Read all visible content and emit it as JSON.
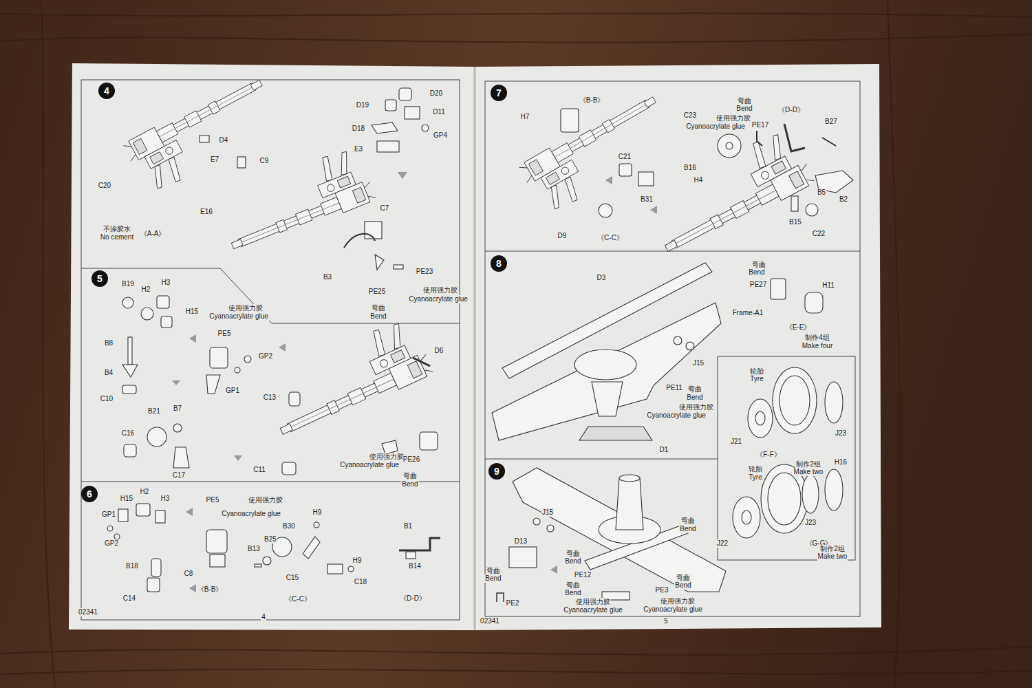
{
  "diagram": {
    "nodes": [
      {
        "text": [
          "4"
        ]
      },
      {
        "text": [
          "5"
        ]
      },
      {
        "text": [
          "6"
        ]
      },
      {
        "text": [
          "7"
        ]
      },
      {
        "text": [
          "8"
        ]
      },
      {
        "text": [
          "9"
        ]
      }
    ],
    "labels": [
      "D4",
      "E7",
      "C9",
      "C20",
      "E16",
      "不涂胶水",
      "No cement",
      "《A-A》",
      "D20",
      "D19",
      "D11",
      "D18",
      "GP4",
      "E3",
      "C7",
      "B3",
      "PE25",
      "弯曲",
      "Bend",
      "PE23",
      "使用强力胶",
      "Cyanoacrylate glue",
      "B19",
      "H2",
      "H3",
      "H15",
      "使用强力胶",
      "Cyanoacrylate glue",
      "PE5",
      "GP2",
      "B8",
      "B4",
      "C10",
      "GP1",
      "C13",
      "D6",
      "B21",
      "B7",
      "C16",
      "C17",
      "C11",
      "使用强力胶",
      "Cyanoacrylate glue",
      "PE26",
      "弯曲",
      "Bend",
      "GP1",
      "H15",
      "H2",
      "H3",
      "GP2",
      "B18",
      "C8",
      "C14",
      "PE5",
      "使用强力胶",
      "Cyanoacrylate glue",
      "《B-B》",
      "H9",
      "B30",
      "B25",
      "B13",
      "H9",
      "C15",
      "C18",
      "《C-C》",
      "B1",
      "B14",
      "《D-D》",
      "02341",
      "4",
      "《B-B》",
      "H7",
      "弯曲",
      "Bend",
      "使用强力胶",
      "Cyanoacrylate glue",
      "PE17",
      "《D-D》",
      "C23",
      "B27",
      "B16",
      "H4",
      "C21",
      "B31",
      "B5",
      "B2",
      "D9",
      "《C-C》",
      "B15",
      "C22",
      "D3",
      "弯曲",
      "Bend",
      "PE27",
      "H11",
      "Frame-A1",
      "《E-E》",
      "制作4组",
      "Make four",
      "J15",
      "PE11",
      "弯曲",
      "Bend",
      "使用强力胶",
      "Cyanoacrylate glue",
      "D1",
      "轮胎",
      "Tyre",
      "J23",
      "J21",
      "《F-F》",
      "制作2组",
      "Make two",
      "H16",
      "轮胎",
      "Tyre",
      "J23",
      "J22",
      "《G-G》",
      "制作2组",
      "Make two",
      "J15",
      "D13",
      "弯曲",
      "Bend",
      "PE2",
      "弯曲",
      "Bend",
      "PE12",
      "弯曲",
      "Bend",
      "使用强力胶",
      "Cyanoacrylate glue",
      "弯曲",
      "Bend",
      "PE3",
      "弯曲",
      "Bend",
      "使用强力胶",
      "Cyanoacrylate glue",
      "02341",
      "5"
    ]
  }
}
